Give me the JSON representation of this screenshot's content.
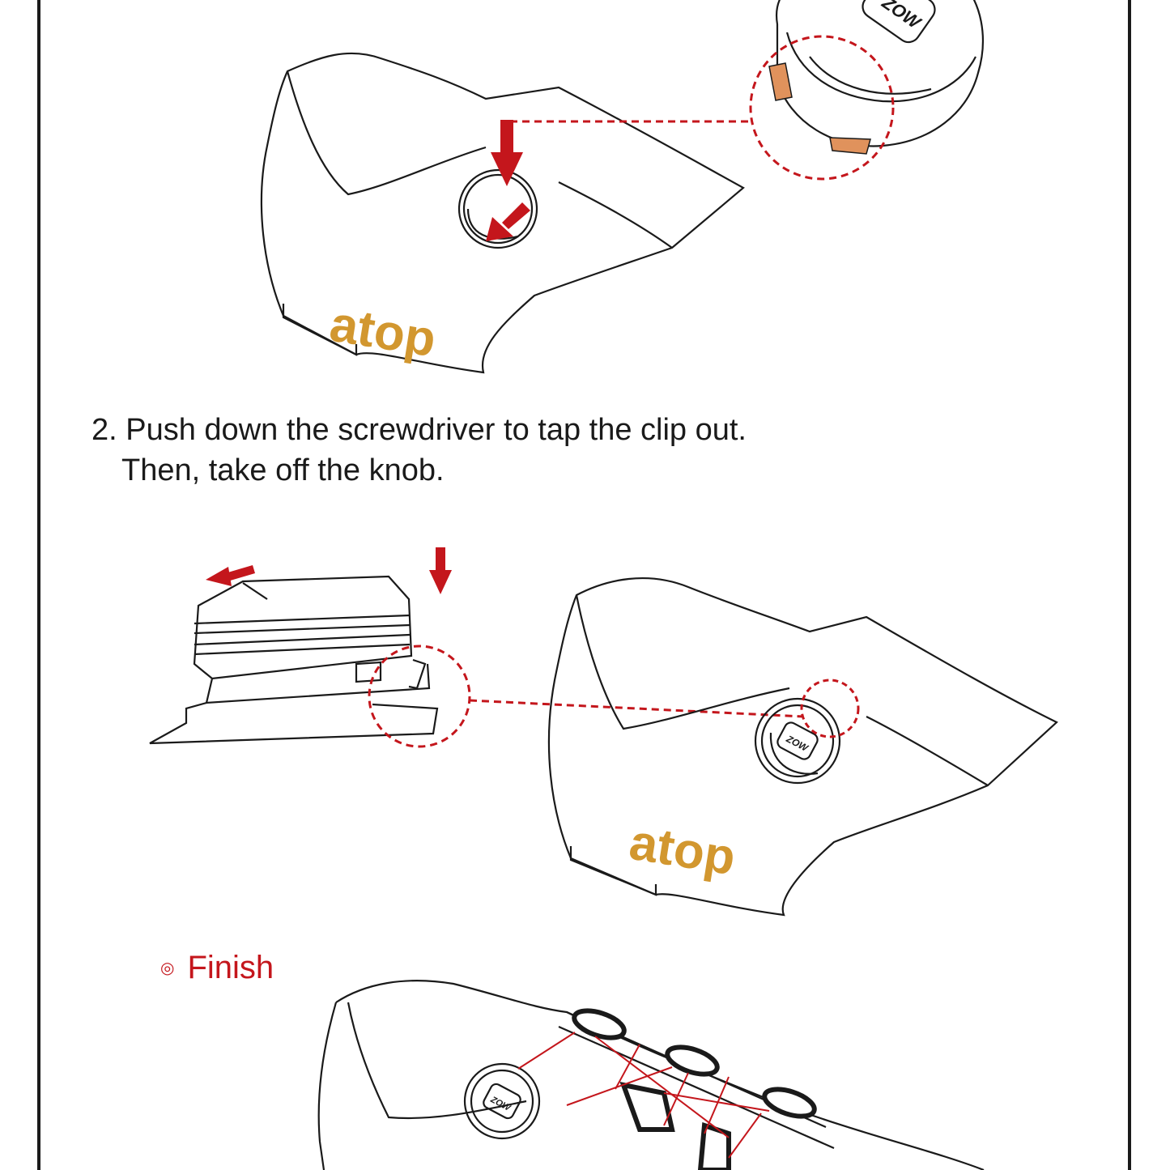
{
  "instruction": {
    "step_line1": "2. Push down the screwdriver to tap the clip out.",
    "step_line2": "Then, take off the knob."
  },
  "finish": {
    "mark": "◎",
    "label": "Finish"
  },
  "brand_logo": "atop",
  "knob_logo": "ZOW",
  "colors": {
    "arrow_red": "#c4161c",
    "brand_gold": "#d2972f",
    "tab_orange": "#e0925c",
    "line": "#1a1a1a"
  }
}
